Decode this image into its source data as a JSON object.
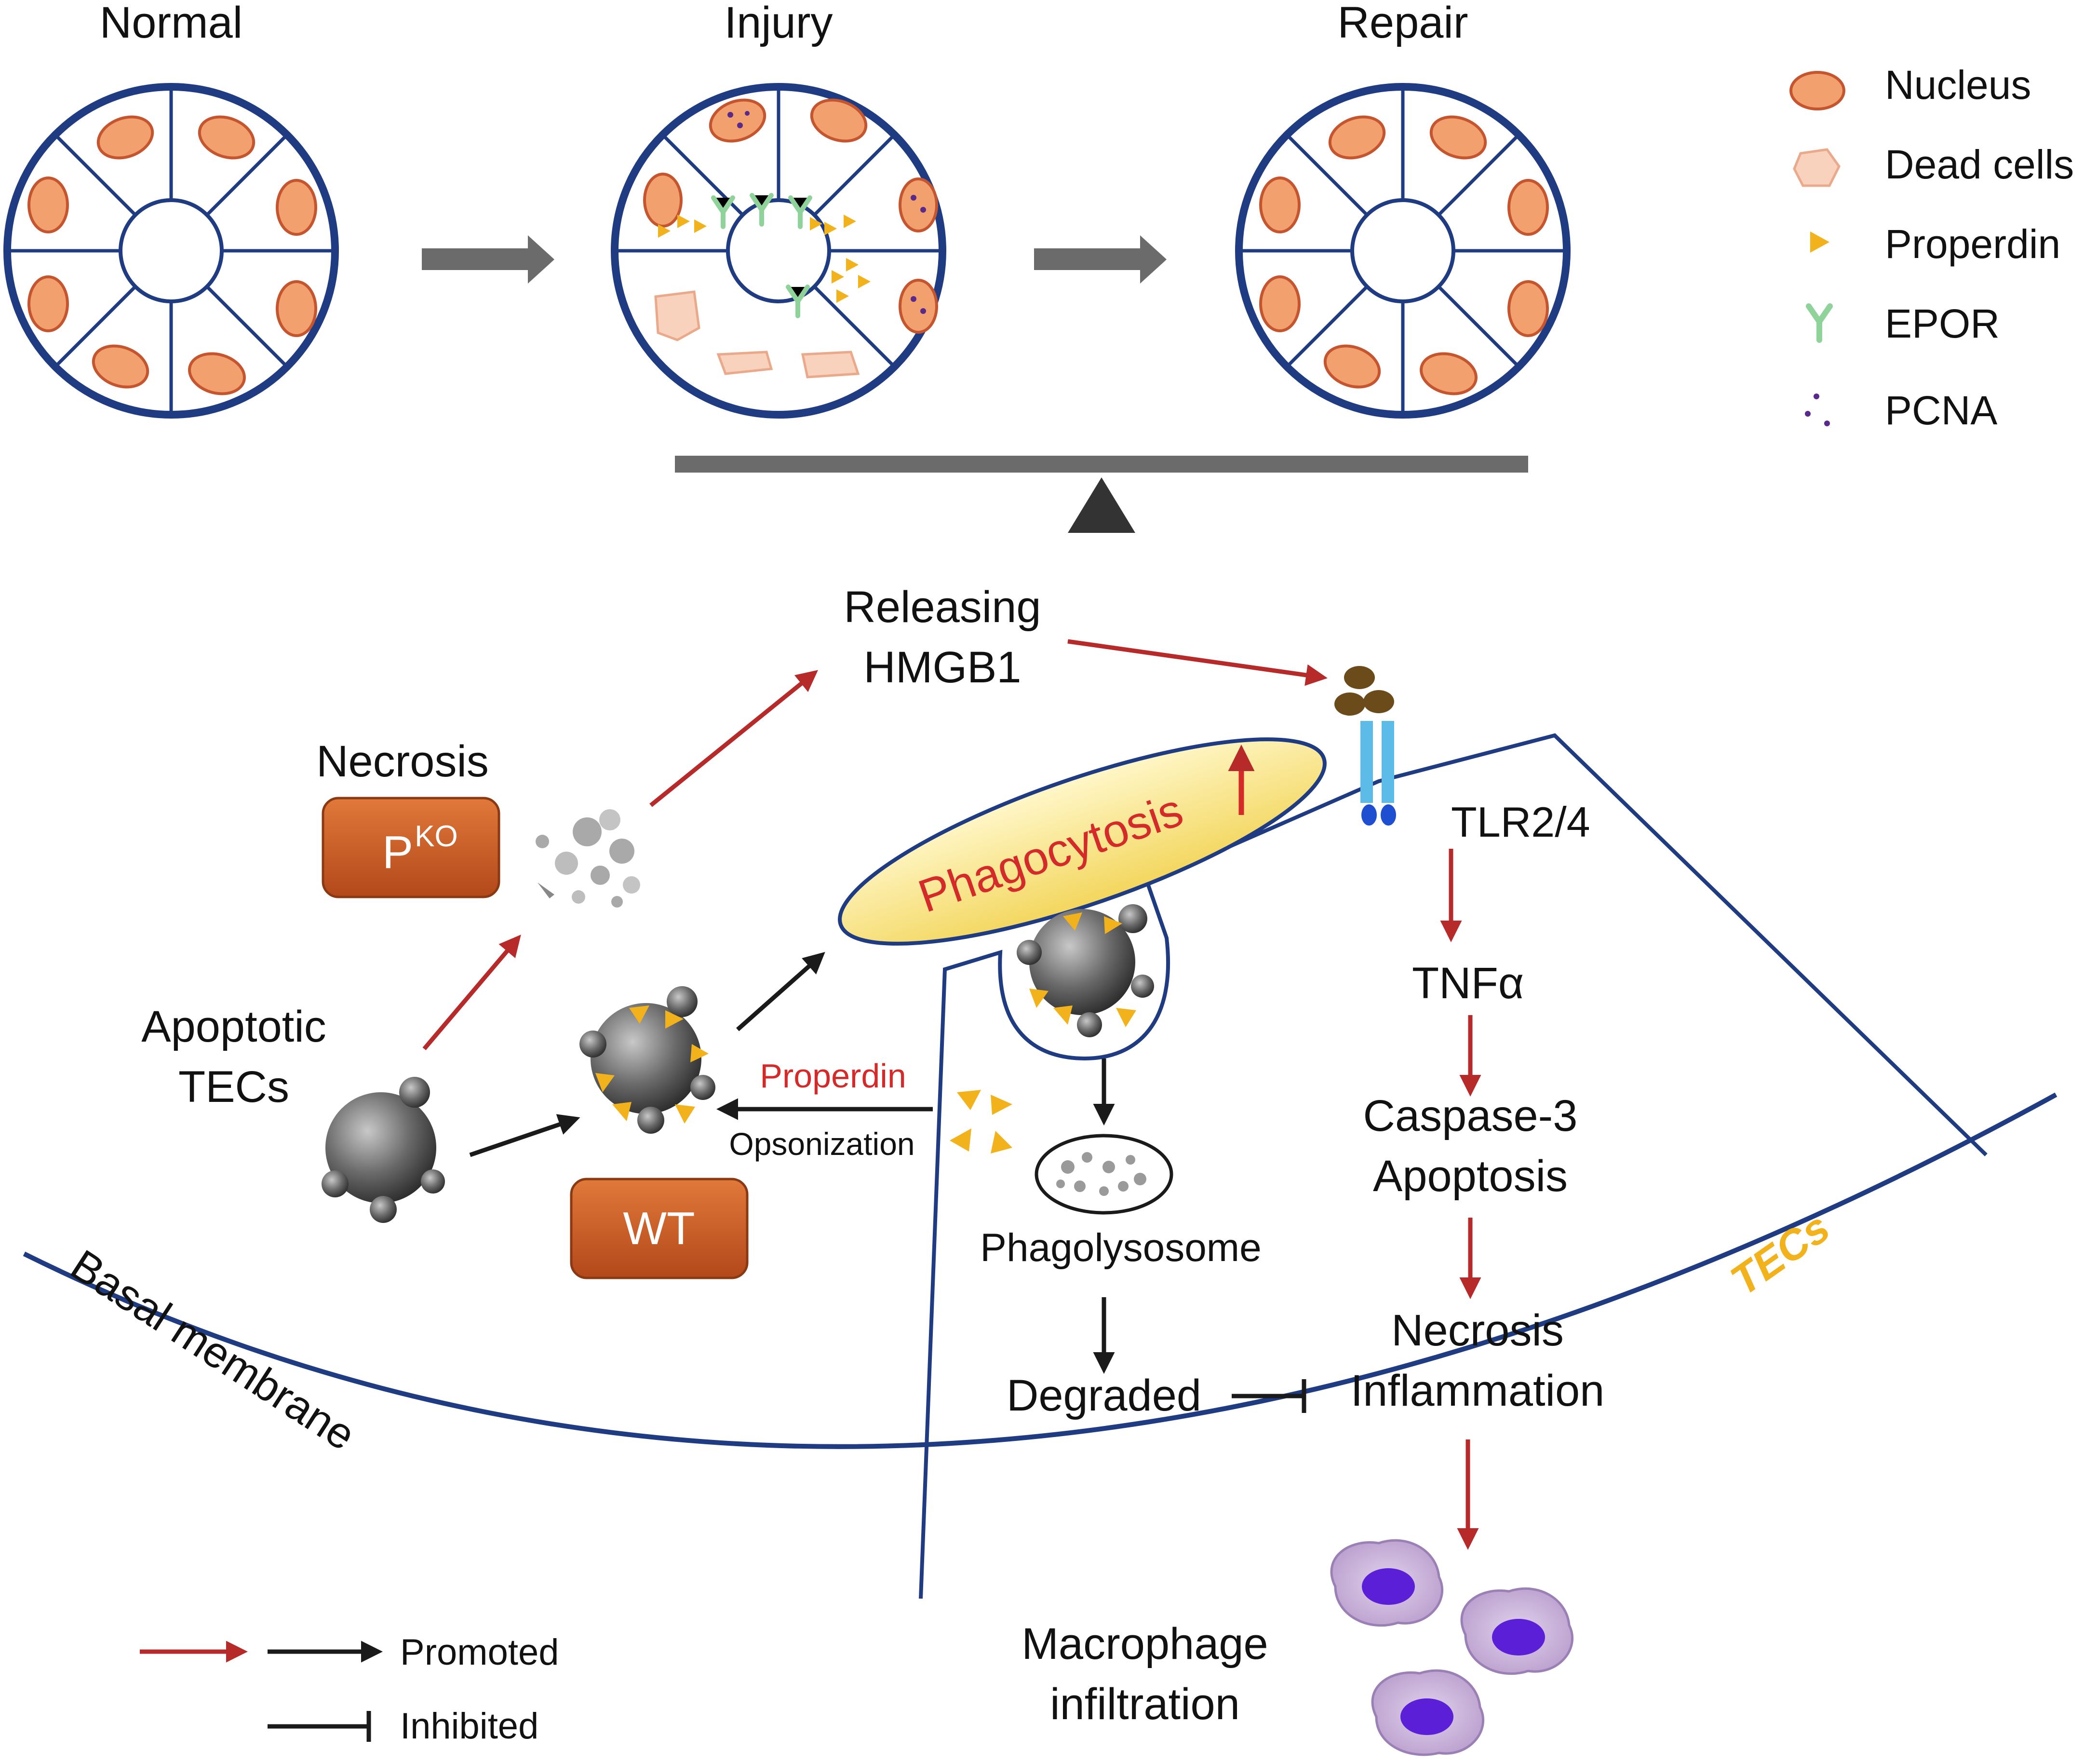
{
  "stages": {
    "normal": "Normal",
    "injury": "Injury",
    "repair": "Repair"
  },
  "legend": {
    "nucleus": "Nucleus",
    "dead_cells": "Dead cells",
    "properdin": "Properdin",
    "epor": "EPOR",
    "pcna": "PCNA"
  },
  "pathway": {
    "releasing": "Releasing",
    "hmgb1": "HMGB1",
    "necrosis": "Necrosis",
    "pko_base": "P",
    "pko_sup": "KO",
    "phagocytosis": "Phagocytosis",
    "tlr": "TLR2/4",
    "apoptotic_1": "Apoptotic",
    "apoptotic_2": "TECs",
    "properdin": "Properdin",
    "opsonization": "Opsonization",
    "wt": "WT",
    "tnf": "TNFα",
    "caspase": "Caspase-3",
    "apoptosis": "Apoptosis",
    "phagolysosome": "Phagolysosome",
    "tecs": "TECs",
    "basal_membrane": "Basal membrane",
    "necrosis2": "Necrosis",
    "inflammation": "Inflammation",
    "degraded": "Degraded",
    "macrophage_1": "Macrophage",
    "macrophage_2": "infiltration"
  },
  "key": {
    "promoted": "Promoted",
    "inhibited": "Inhibited"
  },
  "colors": {
    "ring": "#1f3b82",
    "nucleus_fill": "#f1a06e",
    "nucleus_stroke": "#c5552e",
    "dead_fill": "#f8d2bd",
    "red_arrow": "#b72a2a",
    "properdin": "#f2b21b",
    "epor": "#8fd39a",
    "pcna": "#5a2a8a",
    "box_fill": "#cc5a1e",
    "tlr": "#5dbbe8",
    "macrophage": "#c9b4d8",
    "macrophage_nucleus": "#5a1fd6"
  }
}
